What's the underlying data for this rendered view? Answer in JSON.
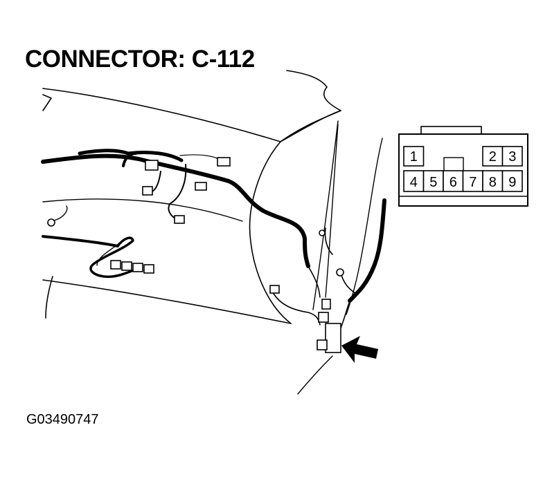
{
  "title": "CONNECTOR: C-112",
  "figure_id": "G03490747",
  "connector": {
    "pins_top": [
      {
        "num": "1",
        "col": 0
      },
      {
        "num": "2",
        "col": 4
      },
      {
        "num": "3",
        "col": 5
      }
    ],
    "pins_bottom": [
      {
        "num": "4",
        "col": 0
      },
      {
        "num": "5",
        "col": 1
      },
      {
        "num": "6",
        "col": 2
      },
      {
        "num": "7",
        "col": 3
      },
      {
        "num": "8",
        "col": 4
      },
      {
        "num": "9",
        "col": 5
      }
    ]
  },
  "colors": {
    "line": "#000000",
    "background": "#ffffff"
  },
  "icons": {
    "pointer": "arrow-icon"
  }
}
